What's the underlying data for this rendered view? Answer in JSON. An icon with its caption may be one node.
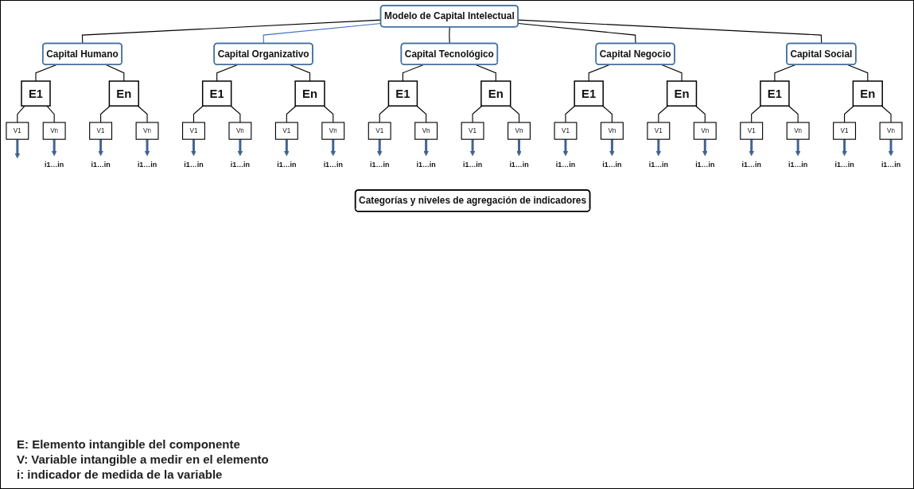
{
  "diagram": {
    "nodes": [
      {
        "text": [
          "Modelo de Capital Intelectual"
        ]
      },
      {
        "text": [
          "Capital Humano"
        ]
      },
      {
        "text": [
          "Capital Organizativo"
        ]
      },
      {
        "text": [
          "Capital Tecnológico"
        ]
      },
      {
        "text": [
          "Capital Negocio"
        ]
      },
      {
        "text": [
          "Capital Social"
        ]
      },
      {
        "text": [
          "E1"
        ]
      },
      {
        "text": [
          "En"
        ]
      },
      {
        "text": [
          "E1"
        ]
      },
      {
        "text": [
          "En"
        ]
      },
      {
        "text": [
          "E1"
        ]
      },
      {
        "text": [
          "En"
        ]
      },
      {
        "text": [
          "E1"
        ]
      },
      {
        "text": [
          "En"
        ]
      },
      {
        "text": [
          "E1"
        ]
      },
      {
        "text": [
          "En"
        ]
      },
      {
        "text": [
          "V1"
        ]
      },
      {
        "text": [
          "Vn"
        ]
      },
      {
        "text": [
          "V1"
        ]
      },
      {
        "text": [
          "Vn"
        ]
      },
      {
        "text": [
          "V1"
        ]
      },
      {
        "text": [
          "Vn"
        ]
      },
      {
        "text": [
          "V1"
        ]
      },
      {
        "text": [
          "Vn"
        ]
      },
      {
        "text": [
          "V1"
        ]
      },
      {
        "text": [
          "Vn"
        ]
      },
      {
        "text": [
          "V1"
        ]
      },
      {
        "text": [
          "Vn"
        ]
      },
      {
        "text": [
          "V1"
        ]
      },
      {
        "text": [
          "Vn"
        ]
      },
      {
        "text": [
          "V1"
        ]
      },
      {
        "text": [
          "Vn"
        ]
      },
      {
        "text": [
          "V1"
        ]
      },
      {
        "text": [
          "Vn"
        ]
      },
      {
        "text": [
          "V1"
        ]
      },
      {
        "text": [
          "Vn"
        ]
      },
      {
        "text": [
          "i1…in"
        ]
      },
      {
        "text": [
          "i1…in"
        ]
      },
      {
        "text": [
          "i1…in"
        ]
      },
      {
        "text": [
          "i1…in"
        ]
      },
      {
        "text": [
          "i1…in"
        ]
      },
      {
        "text": [
          "i1…in"
        ]
      },
      {
        "text": [
          "i1…in"
        ]
      },
      {
        "text": [
          "i1…in"
        ]
      },
      {
        "text": [
          "i1…in"
        ]
      },
      {
        "text": [
          "i1…in"
        ]
      },
      {
        "text": [
          "i1…in"
        ]
      },
      {
        "text": [
          "i1…in"
        ]
      },
      {
        "text": [
          "i1…in"
        ]
      },
      {
        "text": [
          "i1…in"
        ]
      },
      {
        "text": [
          "i1…in"
        ]
      },
      {
        "text": [
          "i1…in"
        ]
      },
      {
        "text": [
          "i1…in"
        ]
      },
      {
        "text": [
          "i1…in"
        ]
      },
      {
        "text": [
          "i1…in"
        ]
      },
      {
        "text": [
          "Categorías y niveles de agregación de indicadores"
        ]
      }
    ],
    "edges": [
      {
        "from": 0,
        "to": 1,
        "arrow": "none"
      },
      {
        "from": 0,
        "to": 2,
        "arrow": "none",
        "color": "#4472c4"
      },
      {
        "from": 0,
        "to": 3,
        "arrow": "none"
      },
      {
        "from": 0,
        "to": 4,
        "arrow": "none"
      },
      {
        "from": 0,
        "to": 5,
        "arrow": "none"
      },
      {
        "from": 1,
        "to": 6,
        "arrow": "none"
      },
      {
        "from": 1,
        "to": 7,
        "arrow": "none"
      },
      {
        "from": 2,
        "to": 8,
        "arrow": "none"
      },
      {
        "from": 2,
        "to": 9,
        "arrow": "none"
      },
      {
        "from": 3,
        "to": 10,
        "arrow": "none"
      },
      {
        "from": 3,
        "to": 11,
        "arrow": "none"
      },
      {
        "from": 4,
        "to": 12,
        "arrow": "none"
      },
      {
        "from": 4,
        "to": 13,
        "arrow": "none"
      },
      {
        "from": 5,
        "to": 14,
        "arrow": "none"
      },
      {
        "from": 5,
        "to": 15,
        "arrow": "none"
      },
      {
        "from": 6,
        "to": 16,
        "arrow": "none"
      },
      {
        "from": 6,
        "to": 17,
        "arrow": "none"
      },
      {
        "from": 7,
        "to": 18,
        "arrow": "none"
      },
      {
        "from": 7,
        "to": 19,
        "arrow": "none"
      },
      {
        "from": 8,
        "to": 20,
        "arrow": "none"
      },
      {
        "from": 8,
        "to": 21,
        "arrow": "none"
      },
      {
        "from": 9,
        "to": 22,
        "arrow": "none"
      },
      {
        "from": 9,
        "to": 23,
        "arrow": "none"
      },
      {
        "from": 10,
        "to": 24,
        "arrow": "none"
      },
      {
        "from": 10,
        "to": 25,
        "arrow": "none"
      },
      {
        "from": 11,
        "to": 26,
        "arrow": "none"
      },
      {
        "from": 11,
        "to": 27,
        "arrow": "none"
      },
      {
        "from": 12,
        "to": 28,
        "arrow": "none"
      },
      {
        "from": 12,
        "to": 29,
        "arrow": "none"
      },
      {
        "from": 13,
        "to": 30,
        "arrow": "none"
      },
      {
        "from": 13,
        "to": 31,
        "arrow": "none"
      },
      {
        "from": 14,
        "to": 32,
        "arrow": "none"
      },
      {
        "from": 14,
        "to": 33,
        "arrow": "none"
      },
      {
        "from": 15,
        "to": 34,
        "arrow": "none"
      },
      {
        "from": 15,
        "to": 35,
        "arrow": "none"
      },
      {
        "from": 16,
        "to": null,
        "arrow": "to",
        "style": "thick",
        "color": "#41648f"
      },
      {
        "from": 17,
        "to": 36,
        "arrow": "to",
        "style": "thick",
        "color": "#41648f"
      },
      {
        "from": 18,
        "to": 37,
        "arrow": "to",
        "style": "thick",
        "color": "#41648f"
      },
      {
        "from": 19,
        "to": 38,
        "arrow": "to",
        "style": "thick",
        "color": "#41648f"
      },
      {
        "from": 20,
        "to": 39,
        "arrow": "to",
        "style": "thick",
        "color": "#41648f"
      },
      {
        "from": 21,
        "to": 40,
        "arrow": "to",
        "style": "thick",
        "color": "#41648f"
      },
      {
        "from": 22,
        "to": 41,
        "arrow": "to",
        "style": "thick",
        "color": "#41648f"
      },
      {
        "from": 23,
        "to": 42,
        "arrow": "to",
        "style": "thick",
        "color": "#41648f"
      },
      {
        "from": 24,
        "to": 43,
        "arrow": "to",
        "style": "thick",
        "color": "#41648f"
      },
      {
        "from": 25,
        "to": 44,
        "arrow": "to",
        "style": "thick",
        "color": "#41648f"
      },
      {
        "from": 26,
        "to": 45,
        "arrow": "to",
        "style": "thick",
        "color": "#41648f"
      },
      {
        "from": 27,
        "to": 46,
        "arrow": "to",
        "style": "thick",
        "color": "#41648f"
      },
      {
        "from": 28,
        "to": 47,
        "arrow": "to",
        "style": "thick",
        "color": "#41648f"
      },
      {
        "from": 29,
        "to": 48,
        "arrow": "to",
        "style": "thick",
        "color": "#41648f"
      },
      {
        "from": 30,
        "to": 49,
        "arrow": "to",
        "style": "thick",
        "color": "#41648f"
      },
      {
        "from": 31,
        "to": 50,
        "arrow": "to",
        "style": "thick",
        "color": "#41648f"
      },
      {
        "from": 32,
        "to": 51,
        "arrow": "to",
        "style": "thick",
        "color": "#41648f"
      },
      {
        "from": 33,
        "to": 52,
        "arrow": "to",
        "style": "thick",
        "color": "#41648f"
      },
      {
        "from": 34,
        "to": 53,
        "arrow": "to",
        "style": "thick",
        "color": "#41648f"
      },
      {
        "from": 35,
        "to": 54,
        "arrow": "to",
        "style": "thick",
        "color": "#41648f"
      }
    ],
    "labels": [
      "E: Elemento intangible del componente",
      "V: Variable intangible a medir en el elemento",
      "i: indicador de medida de la variable"
    ]
  }
}
